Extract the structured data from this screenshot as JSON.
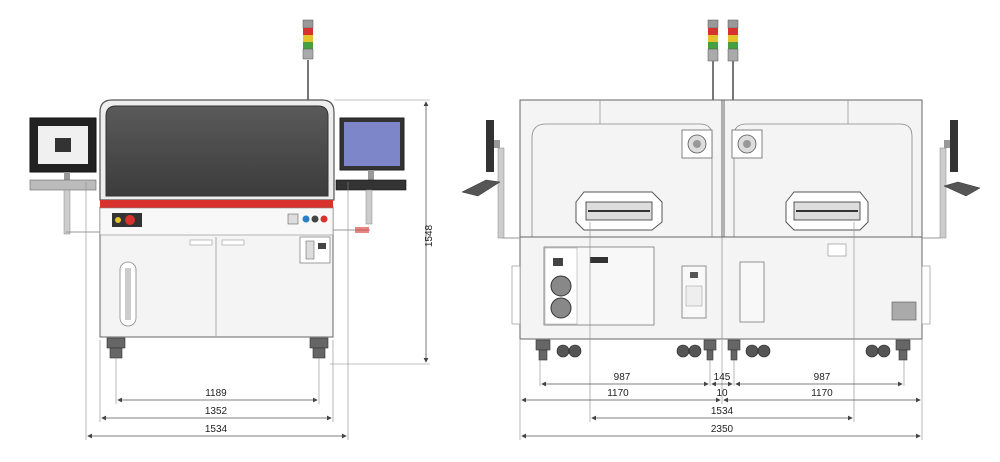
{
  "front_view": {
    "dims": {
      "height": "1548",
      "width_inner": "1189",
      "width_mid": "1352",
      "width_outer": "1534"
    }
  },
  "side_view": {
    "dims": {
      "left_987": "987",
      "gap_145": "145",
      "right_987": "987",
      "left_1170": "1170",
      "gap_10": "10",
      "right_1170": "1170",
      "mid_1534": "1534",
      "total_2350": "2350"
    }
  },
  "colors": {
    "accent_stripe": "#d8322e",
    "screen_blue": "#7c86c8",
    "window_dark": "#4a4a4a",
    "body": "#f4f4f4"
  }
}
